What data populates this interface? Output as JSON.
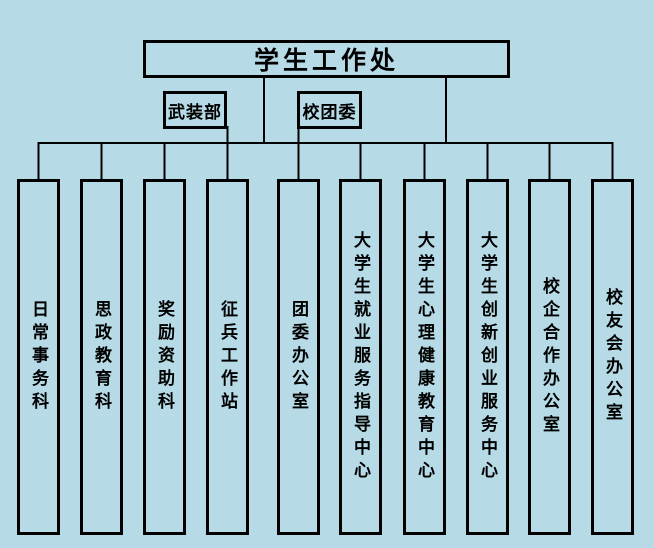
{
  "org": {
    "title": "学生工作处",
    "mid_nodes": [
      {
        "label": "武装部"
      },
      {
        "label": "校团委"
      }
    ],
    "departments": [
      {
        "label": "日常事务科"
      },
      {
        "label": "思政教育科"
      },
      {
        "label": "奖励资助科"
      },
      {
        "label": "征兵工作站"
      },
      {
        "label": "团委办公室"
      },
      {
        "label": "大学生就业服务指导中心"
      },
      {
        "label": "大学生心理健康教育中心"
      },
      {
        "label": "大学生创新创业服务中心"
      },
      {
        "label": "校企合作办公室"
      },
      {
        "label": "校友会办公室"
      }
    ],
    "colors": {
      "background": "#b6dbe7",
      "line": "#000000",
      "text": "#000000"
    }
  }
}
